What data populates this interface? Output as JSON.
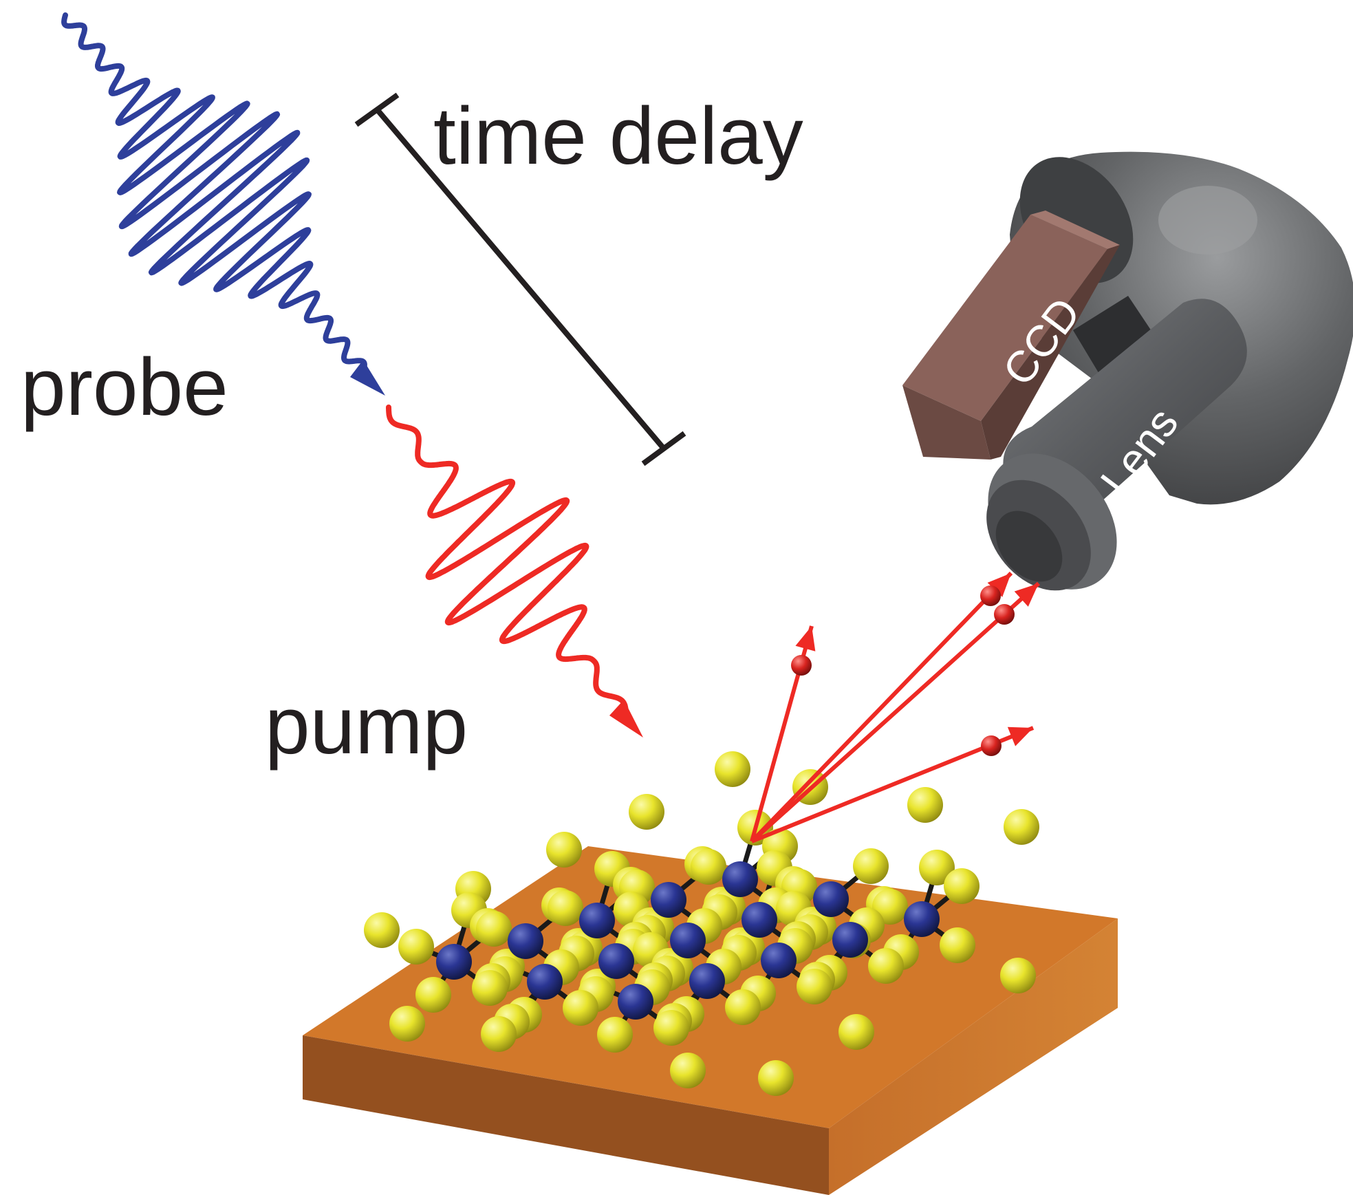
{
  "labels": {
    "time_delay": "time delay",
    "probe": "probe",
    "pump": "pump",
    "ccd": "CCD",
    "lens": "Lens"
  },
  "colors": {
    "probe_pulse": "#2e3f9b",
    "pump_pulse": "#ee2a24",
    "substrate_top": "#d2782a",
    "substrate_front": "#b76628",
    "substrate_left": "#94501f",
    "metal_atom": "#2a3593",
    "chalcogen_atom": "#e6e32a",
    "camera_body": "#5c5e60",
    "ccd_block": "#8a625a",
    "electron": "#d8231f",
    "text": "#231f20"
  },
  "icons": [
    "probe-pulse-icon",
    "pump-pulse-icon",
    "time-delay-bracket-icon",
    "camera-icon",
    "electron-icon",
    "crystal-lattice-icon",
    "substrate-icon"
  ]
}
